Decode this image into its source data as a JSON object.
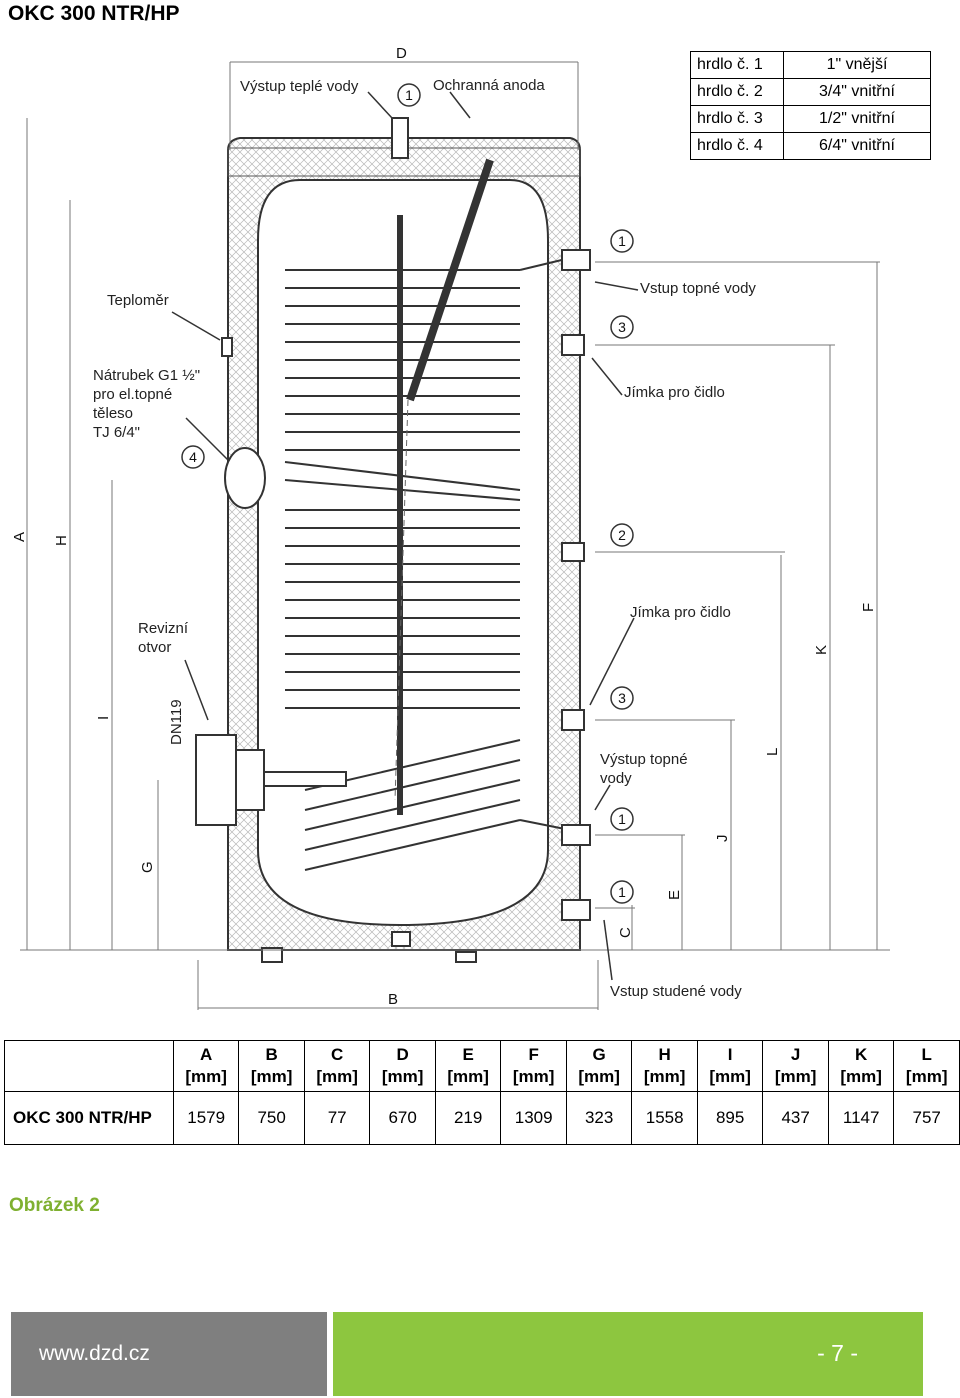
{
  "title": "OKC 300 NTR/HP",
  "legend": [
    {
      "label": "hrdlo č. 1",
      "value": "1\" vnější"
    },
    {
      "label": "hrdlo č. 2",
      "value": "3/4\" vnitřní"
    },
    {
      "label": "hrdlo č. 3",
      "value": "1/2\" vnitřní"
    },
    {
      "label": "hrdlo č. 4",
      "value": "6/4\" vnitřní"
    }
  ],
  "drawing": {
    "labels": {
      "hot_out": "Výstup teplé vody",
      "anode": "Ochranná anoda",
      "thermometer": "Teploměr",
      "socket1": "Nátrubek G1 ½\"",
      "socket2": "pro el.topné",
      "socket3": "těleso",
      "socket4": "TJ 6/4\"",
      "revision1": "Revizní",
      "revision2": "otvor",
      "dn": "DN119",
      "heat_in": "Vstup topné vody",
      "sensor_well_1": "Jímka pro čidlo",
      "sensor_well_2": "Jímka pro čidlo",
      "heat_out1": "Výstup topné",
      "heat_out2": "vody",
      "cold_in": "Vstup studené vody"
    },
    "dims": {
      "A": "A",
      "B": "B",
      "C": "C",
      "D": "D",
      "E": "E",
      "F": "F",
      "G": "G",
      "H": "H",
      "I": "I",
      "J": "J",
      "K": "K",
      "L": "L"
    },
    "callouts": {
      "c1": "1",
      "c2": "2",
      "c3": "3",
      "c4": "4"
    }
  },
  "spec_table": {
    "headers": [
      {
        "l1": "A",
        "l2": "[mm]"
      },
      {
        "l1": "B",
        "l2": "[mm]"
      },
      {
        "l1": "C",
        "l2": "[mm]"
      },
      {
        "l1": "D",
        "l2": "[mm]"
      },
      {
        "l1": "E",
        "l2": "[mm]"
      },
      {
        "l1": "F",
        "l2": "[mm]"
      },
      {
        "l1": "G",
        "l2": "[mm]"
      },
      {
        "l1": "H",
        "l2": "[mm]"
      },
      {
        "l1": "I",
        "l2": "[mm]"
      },
      {
        "l1": "J",
        "l2": "[mm]"
      },
      {
        "l1": "K",
        "l2": "[mm]"
      },
      {
        "l1": "L",
        "l2": "[mm]"
      }
    ],
    "model": "OKC 300 NTR/HP",
    "values": [
      "1579",
      "750",
      "77",
      "670",
      "219",
      "1309",
      "323",
      "1558",
      "895",
      "437",
      "1147",
      "757"
    ]
  },
  "caption": "Obrázek 2",
  "footer": {
    "url": "www.dzd.cz",
    "page": "- 7 -"
  },
  "colors": {
    "caption": "#7fb030",
    "footer_left": "#7f7f7f",
    "footer_right": "#8dc63f"
  }
}
